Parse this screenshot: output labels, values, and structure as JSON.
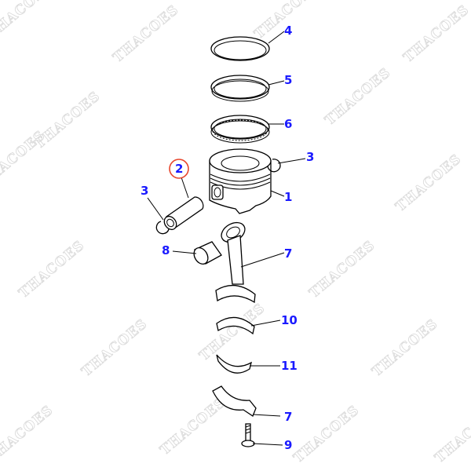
{
  "watermark": "THACOES",
  "highlight_color": "#e8452c",
  "label_color": "#1a1aff",
  "callouts": {
    "piston_ring_top": "4",
    "piston_ring_second": "5",
    "oil_ring": "6",
    "snap_ring_right": "3",
    "piston_pin": "2",
    "snap_ring_left": "3",
    "piston": "1",
    "bushing": "8",
    "connecting_rod": "7",
    "bearing_upper": "10",
    "bearing_lower": "11",
    "rod_cap": "7",
    "bolt": "9"
  },
  "highlighted_callout": "2"
}
